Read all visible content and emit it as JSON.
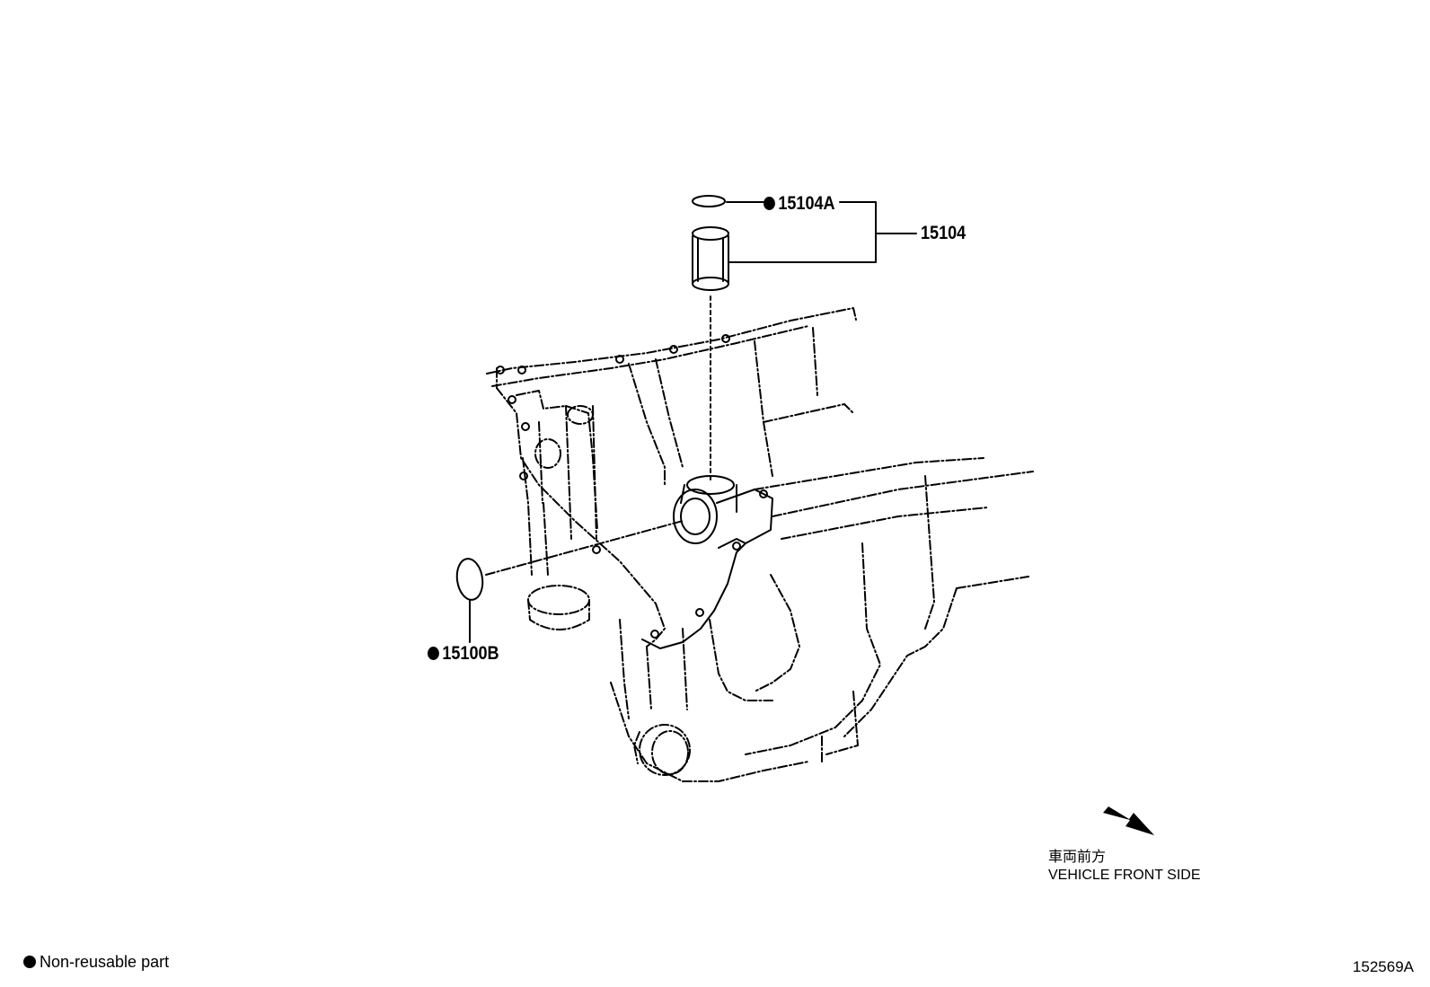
{
  "callouts": {
    "oring_top": "15104A",
    "strainer_assembly": "15104",
    "oring_side": "15100B"
  },
  "orientation": {
    "jp": "車両前方",
    "en": "VEHICLE FRONT SIDE"
  },
  "legend": {
    "non_reusable": "Non-reusable part"
  },
  "figure_number": "152569A",
  "colors": {
    "ink": "#000000",
    "paper": "#ffffff"
  }
}
